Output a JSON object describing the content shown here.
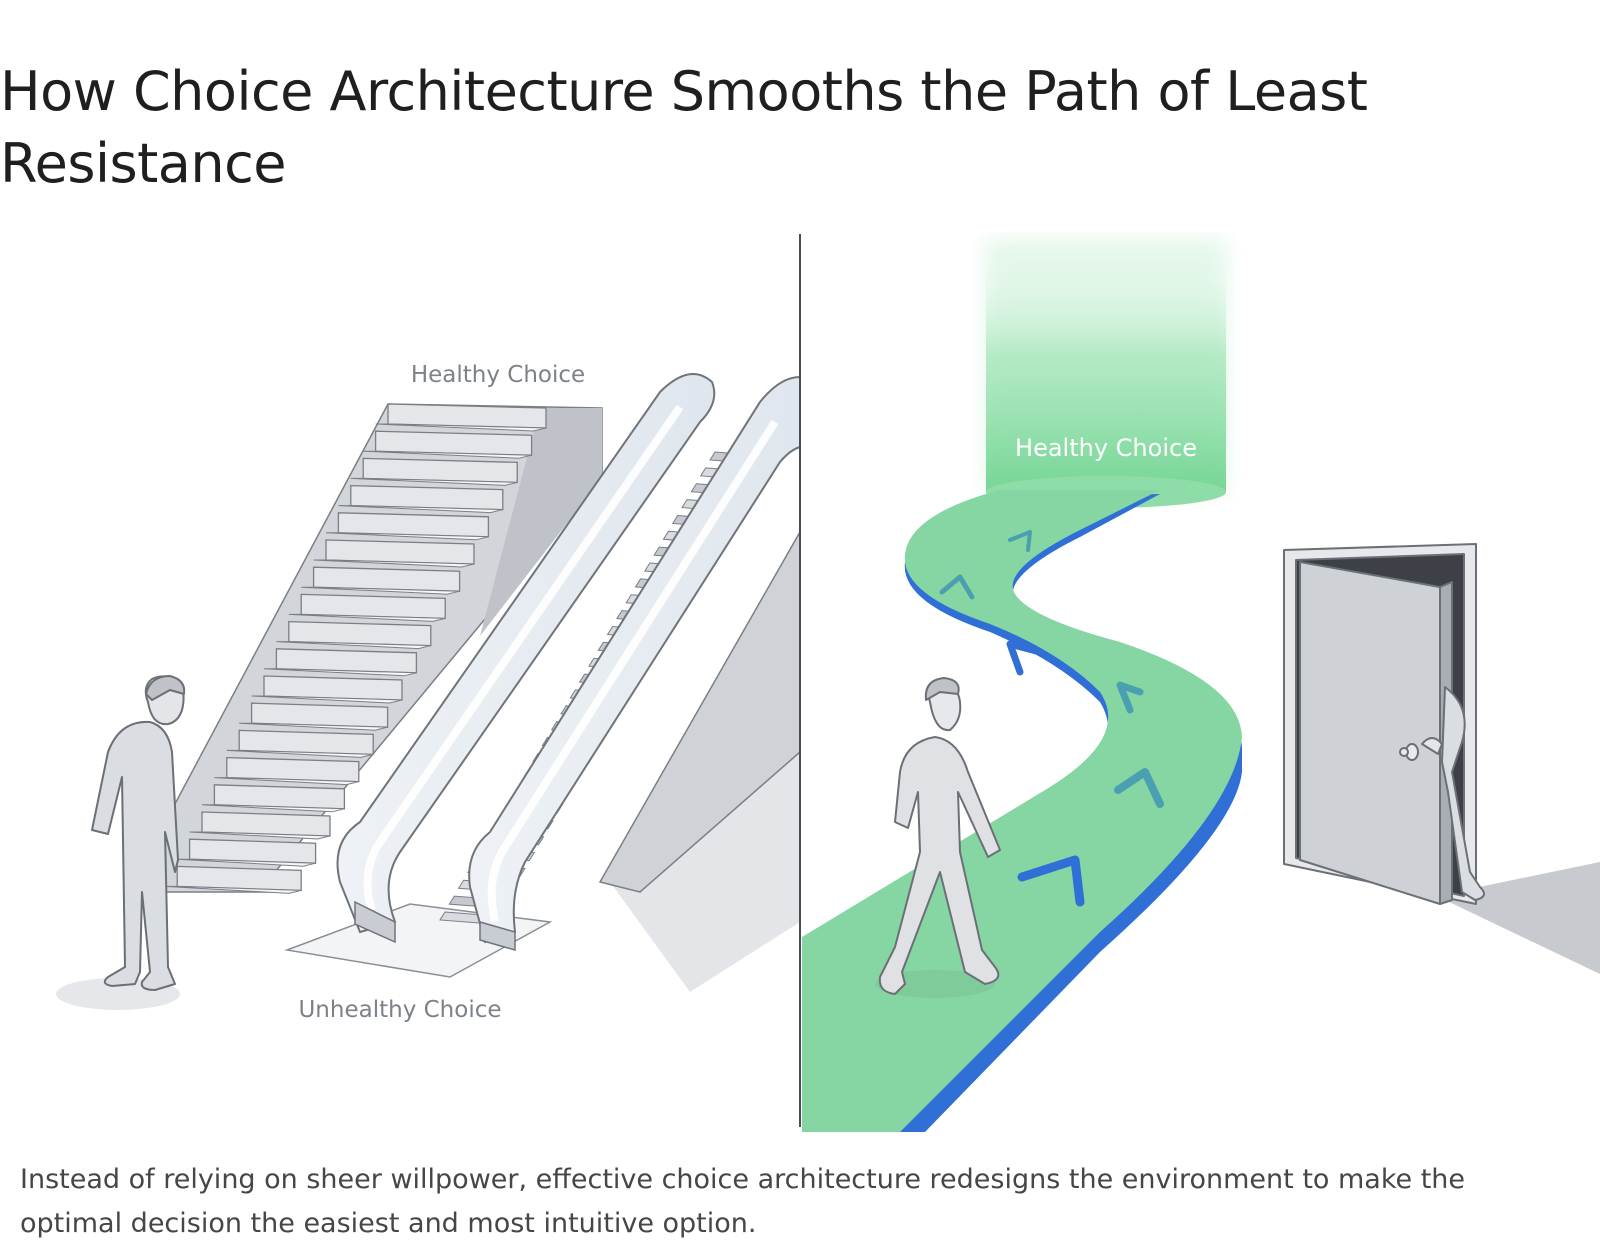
{
  "title": "How Choice Architecture Smooths the Path of Least Resistance",
  "figure": {
    "left_panel": {
      "label_top": "Healthy Choice",
      "label_bottom": "Unhealthy Choice"
    },
    "right_panel": {
      "label_beam": "Healthy Choice"
    },
    "colors": {
      "path_green": "#86d6a3",
      "path_edge_blue": "#2f6fd6",
      "arrow_blue": "#2f6fd6",
      "arrow_teal": "#4a9fb0",
      "beam_green": "#7fd99b",
      "stair_gray": "#c9ccd1",
      "outline": "#6b6f76"
    },
    "icons": [
      "person-icon",
      "staircase-icon",
      "escalator-icon",
      "door-icon",
      "arrow-chevron-icon"
    ]
  },
  "caption": "Instead of relying on sheer willpower, effective choice architecture redesigns the environment to make the optimal decision the easiest and most intuitive option."
}
